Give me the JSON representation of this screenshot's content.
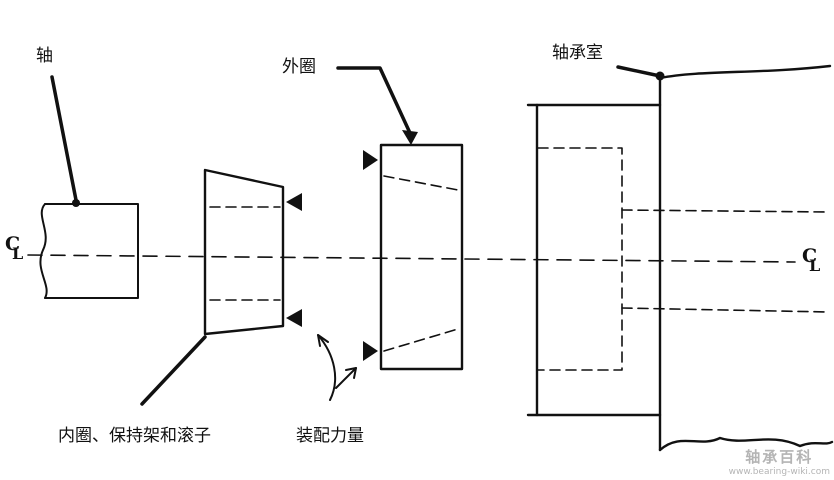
{
  "labels": {
    "shaft": "轴",
    "outer_ring": "外圈",
    "housing": "轴承室",
    "inner_assembly": "内圈、保持架和滚子",
    "assembly_force": "装配力量"
  },
  "centerline_symbol": {
    "main": "C",
    "sub": "L"
  },
  "watermark": {
    "title": "轴承百科",
    "url": "www.bearing-wiki.com"
  },
  "colors": {
    "ink": "#111111",
    "paper": "#ffffff",
    "watermark": "#777777"
  }
}
